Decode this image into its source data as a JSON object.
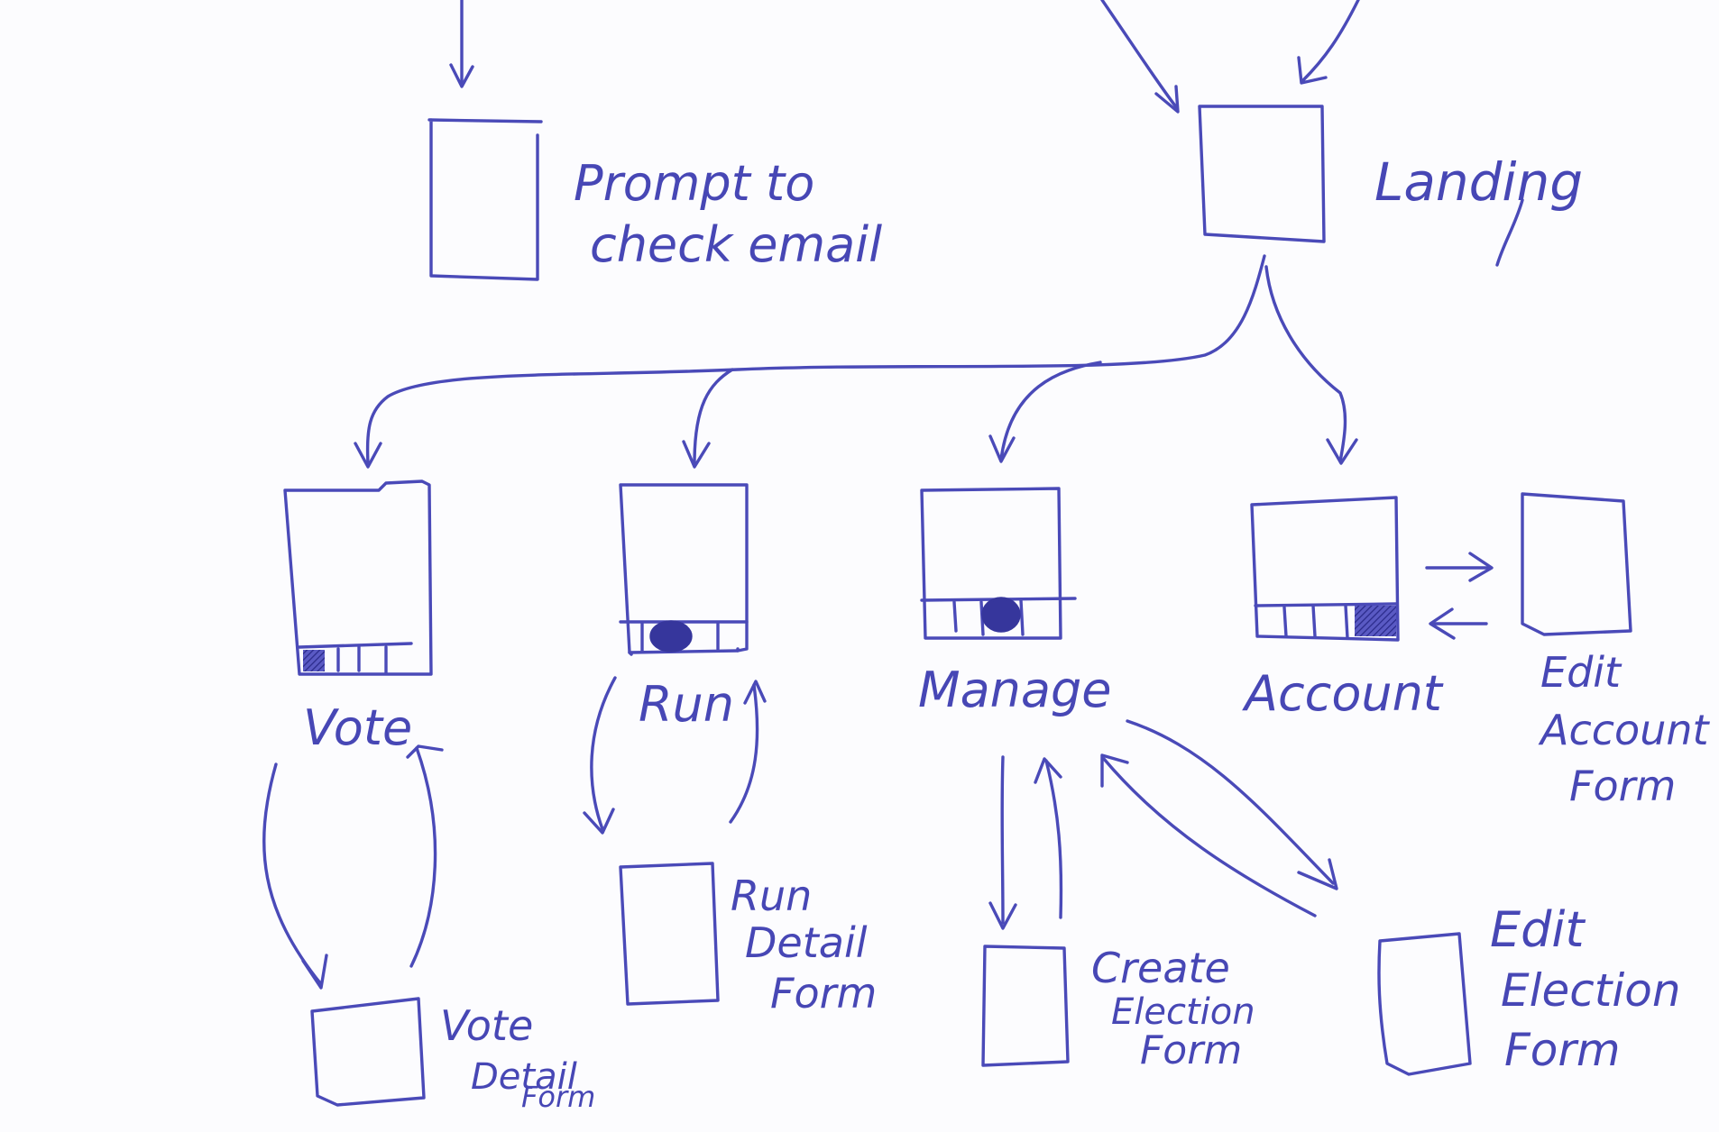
{
  "ink_color": "#4a4ab8",
  "labels": {
    "prompt_line1": "Prompt to",
    "prompt_line2": "check email",
    "landing": "Landing",
    "vote": "Vote",
    "run": "Run",
    "manage": "Manage",
    "account": "Account",
    "edit_account_line1": "Edit",
    "edit_account_line2": "Account",
    "edit_account_line3": "Form",
    "run_detail_line1": "Run",
    "run_detail_line2": "Detail",
    "run_detail_line3": "Form",
    "vote_detail_line1": "Vote",
    "vote_detail_line2": "Detail",
    "vote_detail_line3": "Form",
    "create_election_line1": "Create",
    "create_election_line2": "Election",
    "create_election_line3": "Form",
    "edit_election_line1": "Edit",
    "edit_election_line2": "Election",
    "edit_election_line3": "Form"
  }
}
